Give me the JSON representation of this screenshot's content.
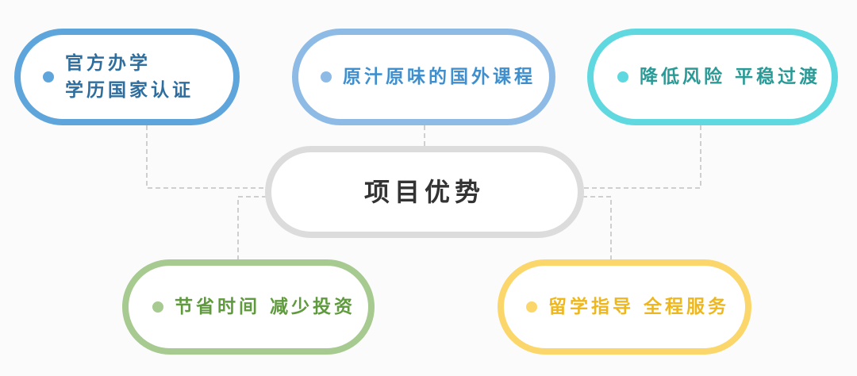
{
  "center": {
    "label": "项目优势"
  },
  "items": [
    {
      "line1": "官方办学",
      "line2": "学历国家认证",
      "color": "#5ea5dc"
    },
    {
      "label": "原汁原味的国外课程",
      "color": "#8dbbe6"
    },
    {
      "label": "降低风险 平稳过渡",
      "color": "#5fd8e0"
    },
    {
      "label": "节省时间 减少投资",
      "color": "#a6ca8f"
    },
    {
      "label": "留学指导 全程服务",
      "color": "#fbd66a"
    }
  ]
}
